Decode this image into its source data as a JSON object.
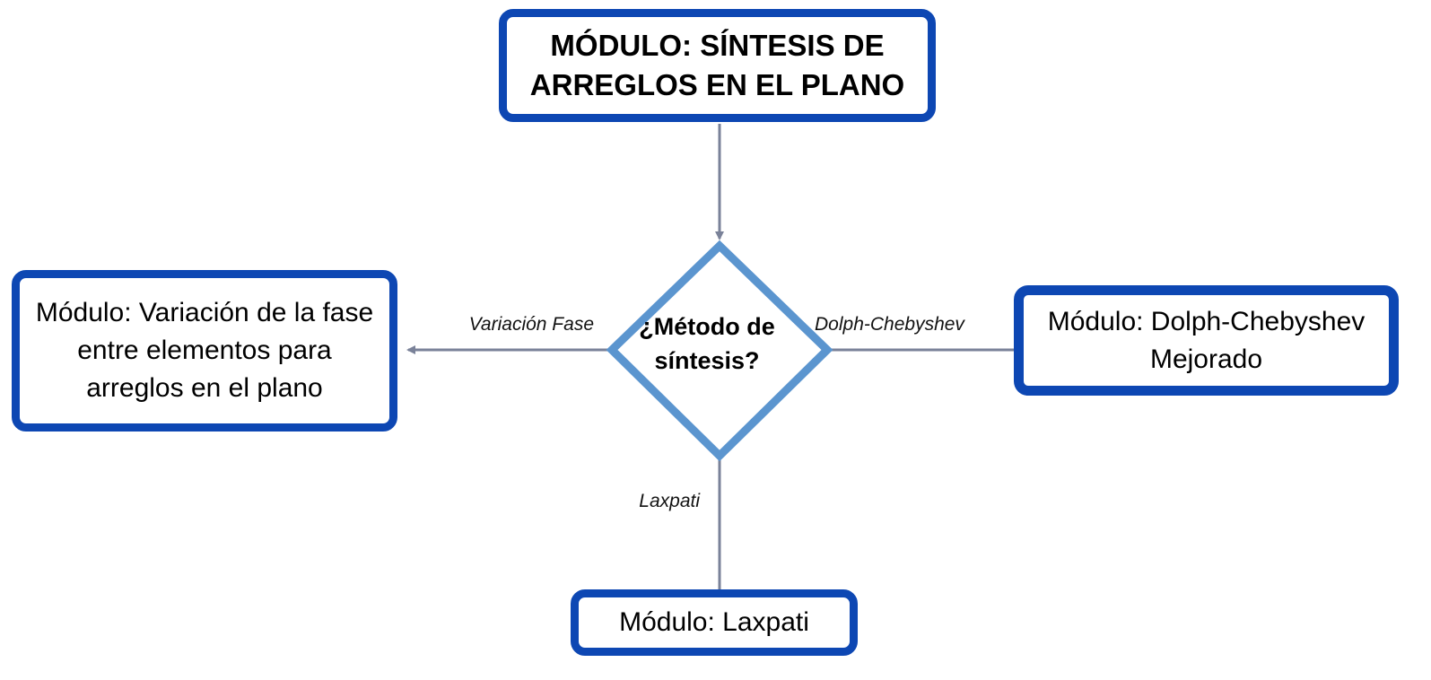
{
  "diagram": {
    "start_node": "MÓDULO: SÍNTESIS DE\nARREGLOS EN EL PLANO",
    "decision_node": "¿Método de\nsíntesis?",
    "left_node": "Módulo: Variación de la fase\nentre elementos para\narreglos en el plano",
    "right_node": "Módulo: Dolph-Chebyshev\nMejorado",
    "bottom_node": "Módulo: Laxpati",
    "edge_left_label": "Variación Fase",
    "edge_right_label": "Dolph-Chebyshev",
    "edge_bottom_label": "Laxpati"
  },
  "colors": {
    "box_border": "#0d47b3",
    "decision_border": "#5b95cf",
    "connector": "#7a8299"
  }
}
